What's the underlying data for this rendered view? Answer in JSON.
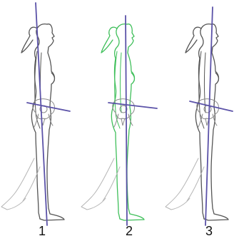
{
  "colors": {
    "outline": "#555555",
    "highlight": "#3fbf5a",
    "axis": "#5b52a8",
    "faint": "#b5b5b5",
    "pelvis": "#8a8a8a"
  },
  "figures": [
    {
      "label": "1",
      "highlighted": false
    },
    {
      "label": "2",
      "highlighted": true
    },
    {
      "label": "3",
      "highlighted": false
    }
  ]
}
